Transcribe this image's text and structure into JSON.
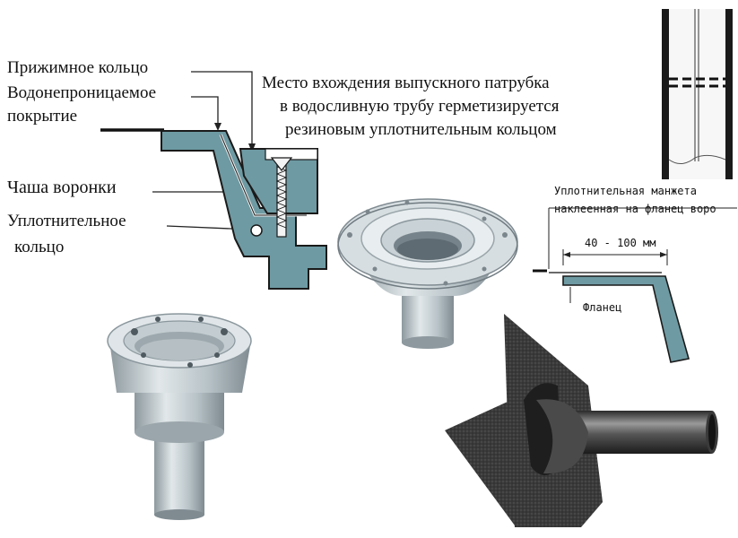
{
  "section_diagram": {
    "labels": {
      "pressure_ring": "Прижимное кольцо",
      "waterproof_coating_1": "Водонепроницаемое",
      "waterproof_coating_2": "покрытие",
      "funnel_bowl": "Чаша воронки",
      "sealing_ring_1": "Уплотнительное",
      "sealing_ring_2": "кольцо"
    }
  },
  "outlet_note": {
    "line1": "Место вхождения выпускного патрубка",
    "line2": "в водосливную трубу  герметизируется",
    "line3": "резиновым уплотнительным кольцом"
  },
  "flange_diagram": {
    "cuff_label_1": "Уплотнительная манжета",
    "cuff_label_2": "наклеенная на фланец воро",
    "dimension": "40 - 100 мм",
    "flange_label": "Фланец"
  },
  "colors": {
    "section_fill": "#6e9aa3",
    "steel_light": "#cdd6da",
    "steel_dark": "#8a979d",
    "membrane": "#2c2c2c",
    "line": "#1a1a1a"
  }
}
